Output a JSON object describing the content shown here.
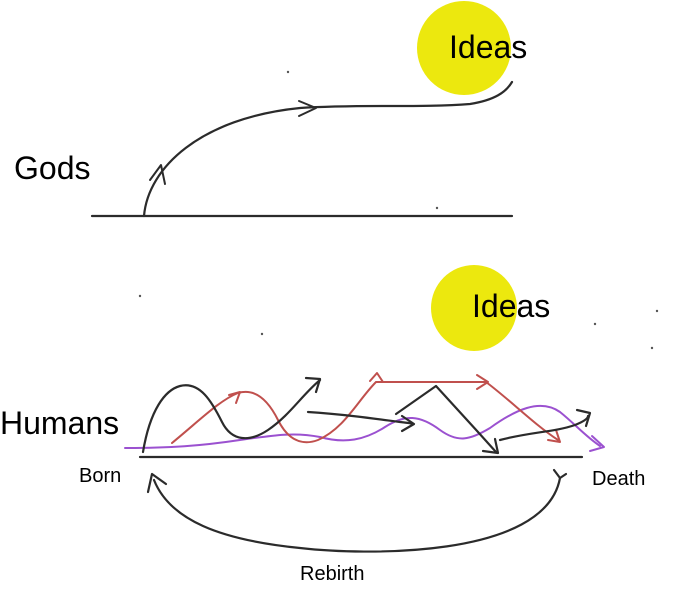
{
  "gods_section": {
    "label": "Gods",
    "ideas_label": "Ideas"
  },
  "humans_section": {
    "label": "Humans",
    "ideas_label": "Ideas",
    "born_label": "Born",
    "death_label": "Death",
    "rebirth_label": "Rebirth"
  },
  "colors": {
    "ink": "#2b2b2b",
    "sun": "#ece80e",
    "red_path": "#c0504d",
    "purple_path": "#9b51d0"
  }
}
